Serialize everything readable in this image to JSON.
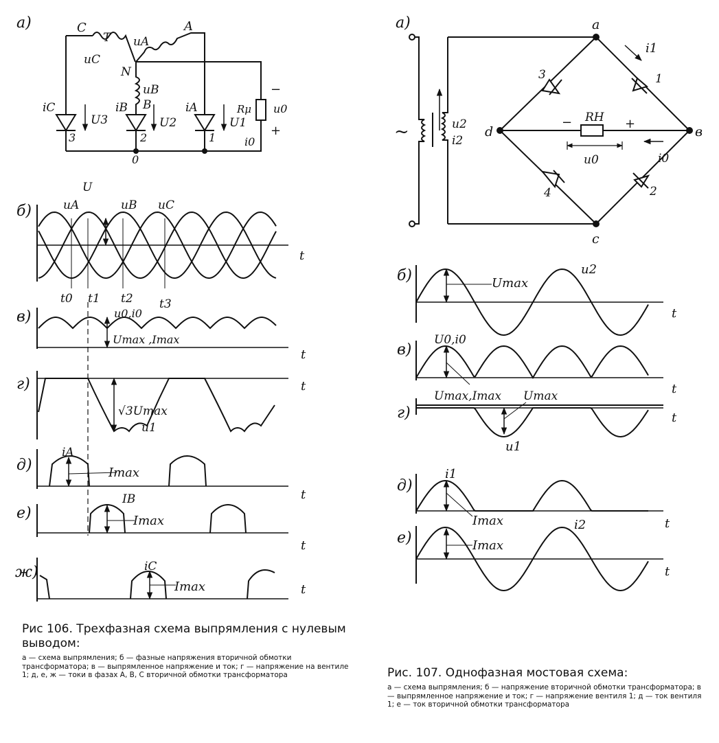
{
  "left_figure": {
    "panels": {
      "a": "а)",
      "b": "б)",
      "v": "в)",
      "g": "г)",
      "d": "д)",
      "e": "е)",
      "zh": "ж)"
    },
    "circuit": {
      "phase_C": "C",
      "phase_T": "T",
      "phase_A": "A",
      "neutral_N": "N",
      "phase_B": "B",
      "zero_node": "0",
      "u_A": "uA",
      "u_B": "uB",
      "u_C": "uC",
      "i_C": "iC",
      "i_B": "iB",
      "i_A": "iA",
      "U3": "U3",
      "U2": "U2",
      "U1": "U1",
      "diode3": "3",
      "diode2": "2",
      "diode1": "1",
      "R_mu": "Rμ",
      "u0": "u0",
      "i0": "i0",
      "minus": "−",
      "plus": "+"
    },
    "graphs": {
      "U": "U",
      "uA": "uA",
      "uB": "uB",
      "uC": "uC",
      "t0": "t0",
      "t1": "t1",
      "t2": "t2",
      "t3": "t3",
      "u0_i0": "u0,i0",
      "Umax_Imax": "Umax ,Imax",
      "sqrt3_Umax": "√3Umax",
      "u1": "u1",
      "iA": "iA",
      "IB": "IB",
      "iC": "iC",
      "Imax": "Imax",
      "t": "t"
    },
    "caption": {
      "title": "Рис 106. Трехфазная схема выпрямления с нулевым выводом:",
      "text": "а — схема выпрямления; б — фазные напряжения вторичной обмотки трансформатора; в — выпрямленное напряжение и ток; г — напряжение на вентиле 1; д, е, ж — токи в фазах A, B, C вторичной обмотки трансформатора"
    }
  },
  "right_figure": {
    "panels": {
      "a": "а)",
      "b": "б)",
      "v": "в)",
      "g": "г)",
      "d": "д)",
      "e": "е)"
    },
    "circuit": {
      "tilde": "~",
      "u2": "u2",
      "i2": "i2",
      "node_a": "a",
      "node_d": "d",
      "node_v": "в",
      "node_c": "c",
      "i1": "i1",
      "diode1": "1",
      "diode2": "2",
      "diode3": "3",
      "diode4": "4",
      "R_H": "RH",
      "minus": "−",
      "plus": "+",
      "u0": "u0",
      "i0": "i0"
    },
    "graphs": {
      "Umax": "Umax",
      "u2": "u2",
      "U0_i0": "U0,i0",
      "Umax_Imax": "Umax,Imax",
      "u1": "u1",
      "i1": "i1",
      "Imax": "Imax",
      "i2": "i2",
      "t": "t"
    },
    "caption": {
      "title": "Рис. 107. Однофазная мостовая схема:",
      "text": "а — схема выпрямления; б — напряжение вторичной обмотки трансформатора; в — выпрямленное напряжение и ток; г — напряжение вентиля 1; д — ток вентиля 1; е — ток вторичной обмотки трансформатора"
    }
  }
}
